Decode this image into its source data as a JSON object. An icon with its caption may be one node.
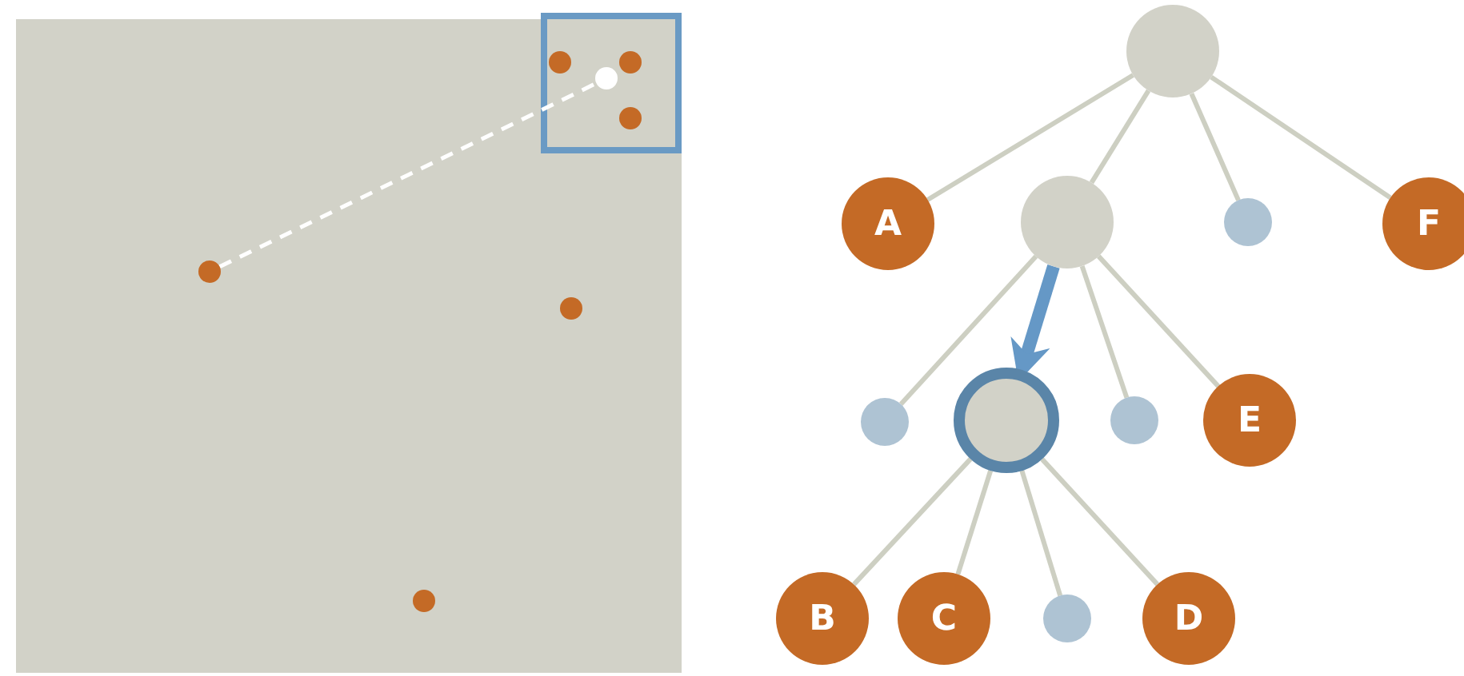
{
  "diagram": {
    "nodes": [
      {
        "text": [],
        "shape": "circle"
      },
      {
        "text": [],
        "shape": "circle"
      },
      {
        "text": [],
        "shape": "circle"
      },
      {
        "text": [
          "A"
        ]
      },
      {
        "text": [],
        "shape": "circle"
      },
      {
        "text": [],
        "shape": "circle"
      },
      {
        "text": [
          "F"
        ]
      },
      {
        "text": [],
        "shape": "circle"
      },
      {
        "text": [],
        "shape": "circle"
      },
      {
        "text": [],
        "shape": "circle"
      },
      {
        "text": [
          "E"
        ]
      },
      {
        "text": [
          "B"
        ]
      },
      {
        "text": [
          "C"
        ]
      },
      {
        "text": [],
        "shape": "circle"
      },
      {
        "text": [
          "D"
        ]
      }
    ],
    "edges": [
      {
        "from": 0,
        "to": 1,
        "arrow": "none",
        "style": "dashed",
        "color": "#ffffff"
      },
      {
        "from": 2,
        "to": 3,
        "arrow": "none"
      },
      {
        "from": 2,
        "to": 4,
        "arrow": "none"
      },
      {
        "from": 2,
        "to": 5,
        "arrow": "none"
      },
      {
        "from": 2,
        "to": 6,
        "arrow": "none"
      },
      {
        "from": 4,
        "to": 7,
        "arrow": "none"
      },
      {
        "from": 4,
        "to": 8,
        "arrow": "to",
        "style": "thick",
        "color": "#6598c6"
      },
      {
        "from": 4,
        "to": 9,
        "arrow": "none"
      },
      {
        "from": 4,
        "to": 10,
        "arrow": "none"
      },
      {
        "from": 8,
        "to": 11,
        "arrow": "none"
      },
      {
        "from": 8,
        "to": 12,
        "arrow": "none"
      },
      {
        "from": 8,
        "to": 13,
        "arrow": "none"
      },
      {
        "from": 8,
        "to": 14,
        "arrow": "none"
      }
    ]
  }
}
